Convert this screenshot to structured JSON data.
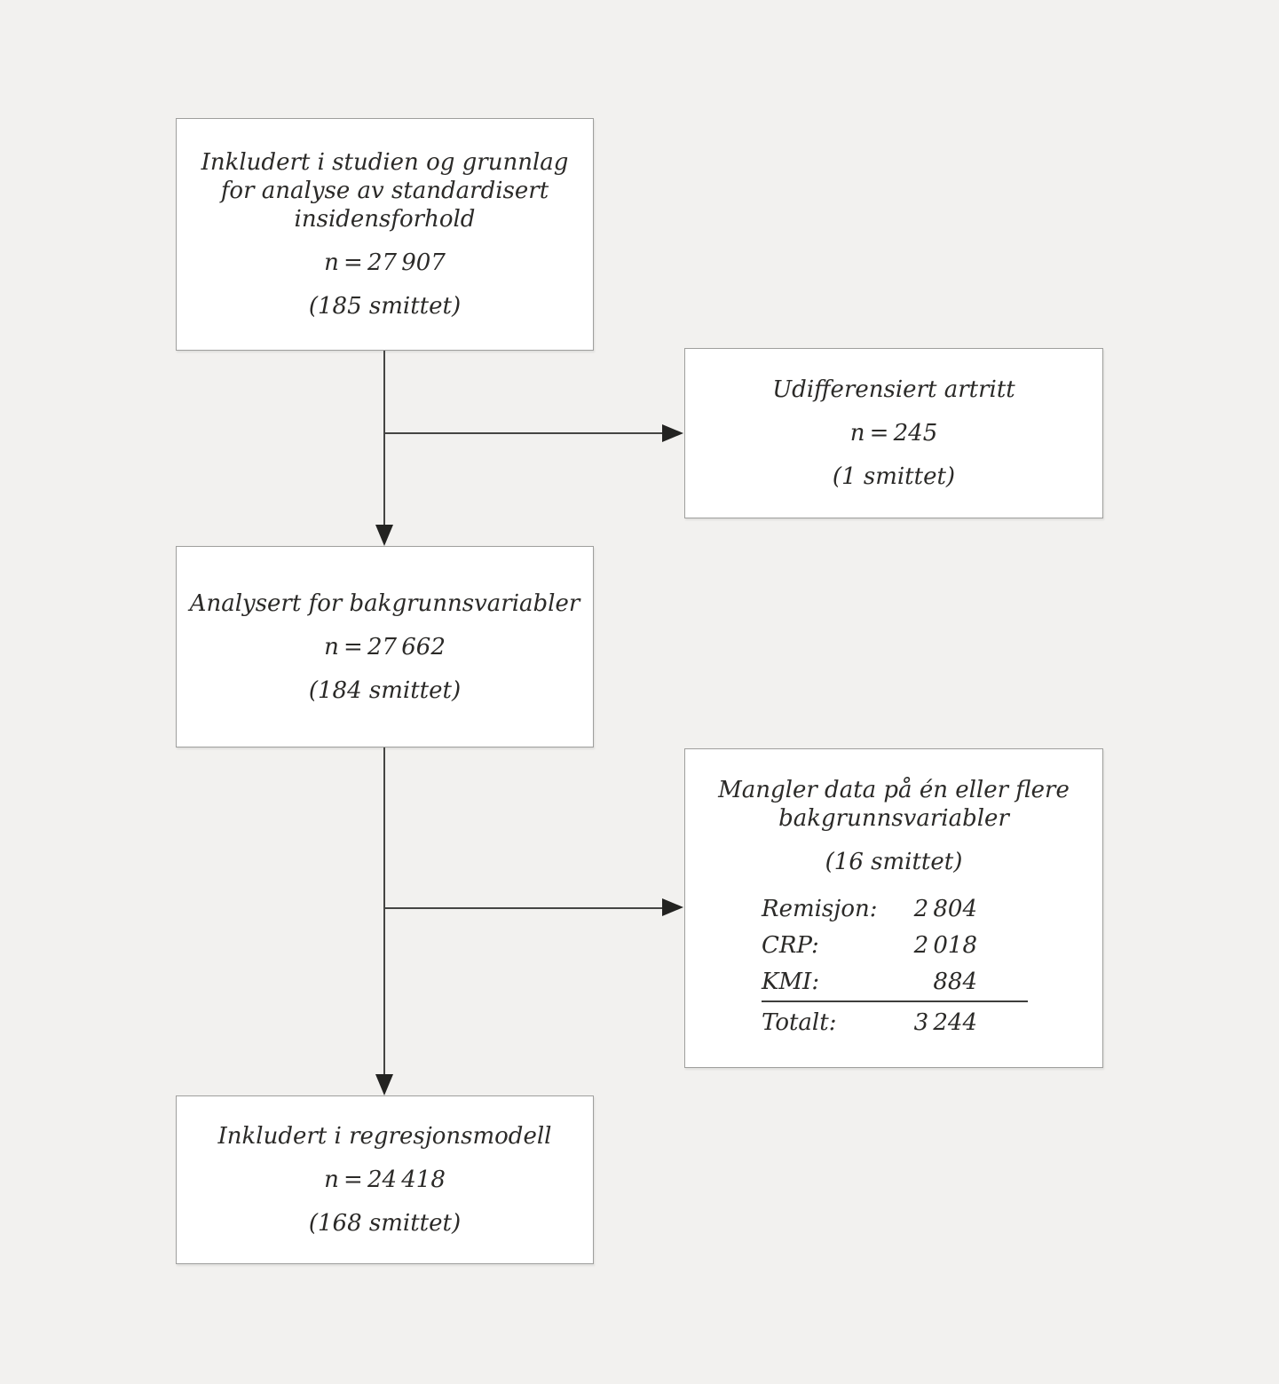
{
  "colors": {
    "background": "#f2f1ef",
    "box_fill": "#ffffff",
    "box_border": "#9f9f9d",
    "connector_line": "#454543",
    "arrowhead": "#232321",
    "text": "#2b2a28"
  },
  "boxes": {
    "included": {
      "title_lines": [
        "Inkludert i studien og grunnlag",
        "for analyse av standardisert",
        "insidensforhold"
      ],
      "n": "n = 27 907",
      "infected": "(185 smittet)"
    },
    "undiff": {
      "title_lines": [
        "Udifferensiert artritt"
      ],
      "n": "n = 245",
      "infected": "(1 smittet)"
    },
    "analyzed": {
      "title_lines": [
        "Analysert for bakgrunnsvariabler"
      ],
      "n": "n = 27 662",
      "infected": "(184 smittet)"
    },
    "missing": {
      "title_lines": [
        "Mangler data på én eller flere",
        "bakgrunnsvariabler"
      ],
      "infected": "(16 smittet)",
      "rows": [
        {
          "label": "Remisjon:",
          "value": "2 804"
        },
        {
          "label": "CRP:",
          "value": "2 018"
        },
        {
          "label": "KMI:",
          "value": "884"
        }
      ],
      "total": {
        "label": "Totalt:",
        "value": "3 244"
      }
    },
    "regression": {
      "title_lines": [
        "Inkludert i regresjonsmodell"
      ],
      "n": "n = 24 418",
      "infected": "(168 smittet)"
    }
  }
}
